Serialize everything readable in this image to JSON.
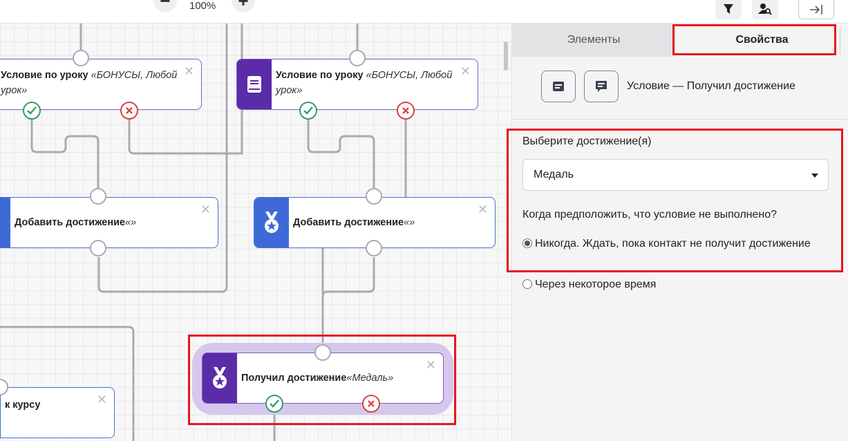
{
  "toolbar": {
    "zoom_out_icon": "−",
    "zoom_level": "100%",
    "zoom_in_icon": "+"
  },
  "panel": {
    "tabs": [
      {
        "label": "Элементы",
        "active": false
      },
      {
        "label": "Свойства",
        "active": true
      }
    ],
    "node_heading": "Условие — Получил достижение",
    "field_label": "Выберите достижение(я)",
    "select_value": "Медаль",
    "question": "Когда предположить, что условие не выполнено?",
    "options": [
      {
        "label": "Никогда. Ждать, пока контакт не получит достижение",
        "checked": true
      },
      {
        "label": "Через некоторое время",
        "checked": false
      }
    ]
  },
  "nodes": {
    "lesson_left": {
      "title": "Условие по уроку",
      "detail": "«БОНУСЫ, Любой урок»"
    },
    "lesson_right": {
      "title": "Условие по уроку",
      "detail": "«БОНУСЫ, Любой урок»"
    },
    "add_left": {
      "title": "Добавить достижение",
      "detail": "«»"
    },
    "add_right": {
      "title": "Добавить достижение",
      "detail": "«»"
    },
    "course": {
      "title": "к курсу"
    },
    "received": {
      "title": "Получил достижение",
      "detail": "«Медаль»"
    }
  },
  "close_glyph": "✕",
  "colors": {
    "accent_purple": "#5a2ca8",
    "accent_blue": "#3e6ad8",
    "highlight_red": "#e8141e",
    "success_green": "#2f9e6a",
    "fail_red": "#d94343"
  }
}
